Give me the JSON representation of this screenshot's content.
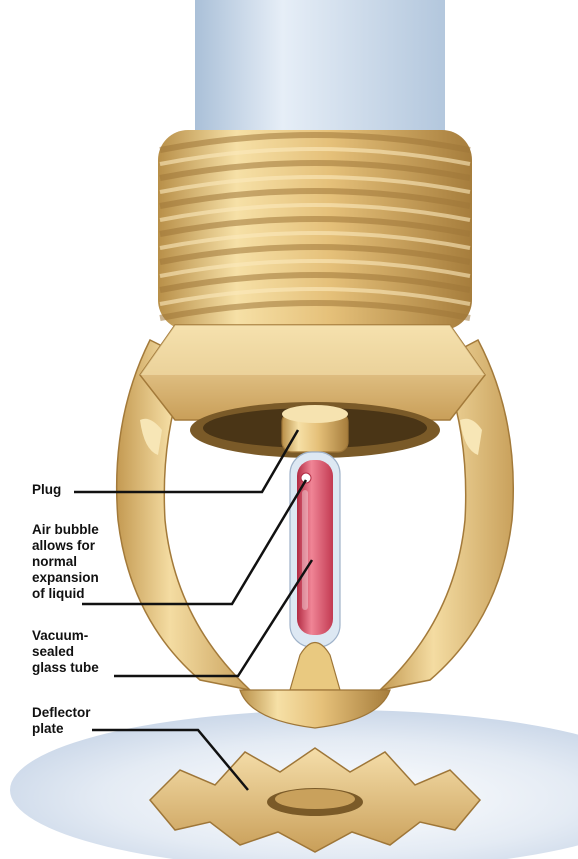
{
  "labels": {
    "plug": "Plug",
    "air_bubble": "Air bubble\nallows for\nnormal\nexpansion\nof liquid",
    "vacuum_tube": "Vacuum-\nsealed\nglass tube",
    "deflector": "Deflector\nplate"
  },
  "colors": {
    "brass_light": "#f2d89a",
    "brass_mid": "#e0b96a",
    "brass_dark": "#b88f48",
    "brass_shadow": "#8a6a34",
    "pipe_blue": "#c8d9ea",
    "floor_blue": "#dde6f1",
    "liquid_red": "#d34a5e",
    "leader_black": "#111111"
  }
}
